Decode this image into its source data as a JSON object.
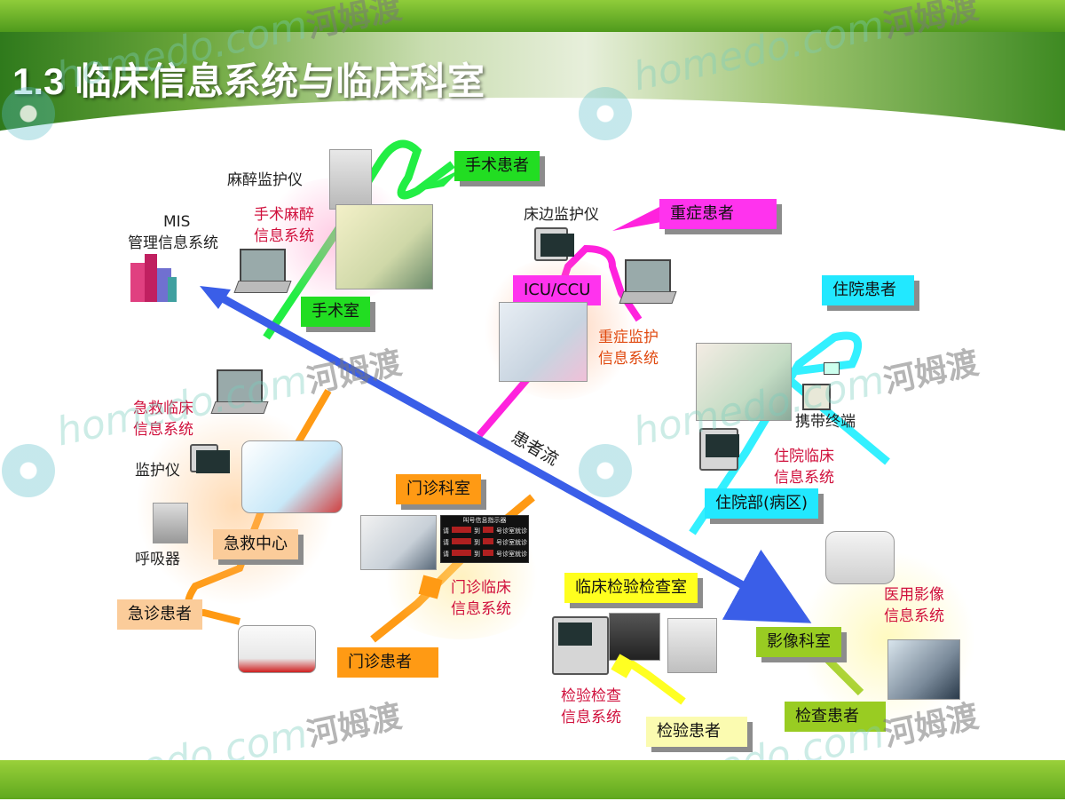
{
  "title": "1.3   临床信息系统与临床科室",
  "watermark": {
    "en": "homedo.com",
    "cn": "河姆渡"
  },
  "colors": {
    "surgery": "#22dd22",
    "icu": "#ff33ee",
    "inpatient": "#22e8ff",
    "outpatient": "#ff9a14",
    "lab": "#ffff1e",
    "emergency": "#fbcc9a",
    "imaging": "#99cc22",
    "patient_flow": "#3a5ee8",
    "system_label": "#d0103c"
  },
  "mis": {
    "line1": "MIS",
    "line2": "管理信息系统"
  },
  "patient_flow_label": "患者流",
  "surgery": {
    "monitor": "麻醉监护仪",
    "system": [
      "手术麻醉",
      "信息系统"
    ],
    "dept": "手术室",
    "patient": "手术患者"
  },
  "icu": {
    "monitor": "床边监护仪",
    "dept": "ICU/CCU",
    "system": [
      "重症监护",
      "信息系统"
    ],
    "patient": "重症患者"
  },
  "inpatient": {
    "patient": "住院患者",
    "terminal": "携带终端",
    "system": [
      "住院临床",
      "信息系统"
    ],
    "dept": "住院部(病区)"
  },
  "emergency": {
    "system": [
      "急救临床",
      "信息系统"
    ],
    "monitor": "监护仪",
    "ventilator": "呼吸器",
    "dept": "急救中心",
    "patient": "急诊患者"
  },
  "outpatient": {
    "dept": "门诊科室",
    "system": [
      "门诊临床",
      "信息系统"
    ],
    "patient": "门诊患者"
  },
  "queue_board": {
    "title": "叫号信息指示器",
    "rows": [
      [
        "请",
        "到",
        "号诊室就诊"
      ],
      [
        "请",
        "到",
        "号诊室就诊"
      ],
      [
        "请",
        "到",
        "号诊室就诊"
      ]
    ]
  },
  "lab": {
    "dept": "临床检验检查室",
    "system": [
      "检验检查",
      "信息系统"
    ],
    "patient": "检验患者"
  },
  "imaging": {
    "system": [
      "医用影像",
      "信息系统"
    ],
    "dept": "影像科室",
    "patient": "检查患者"
  }
}
